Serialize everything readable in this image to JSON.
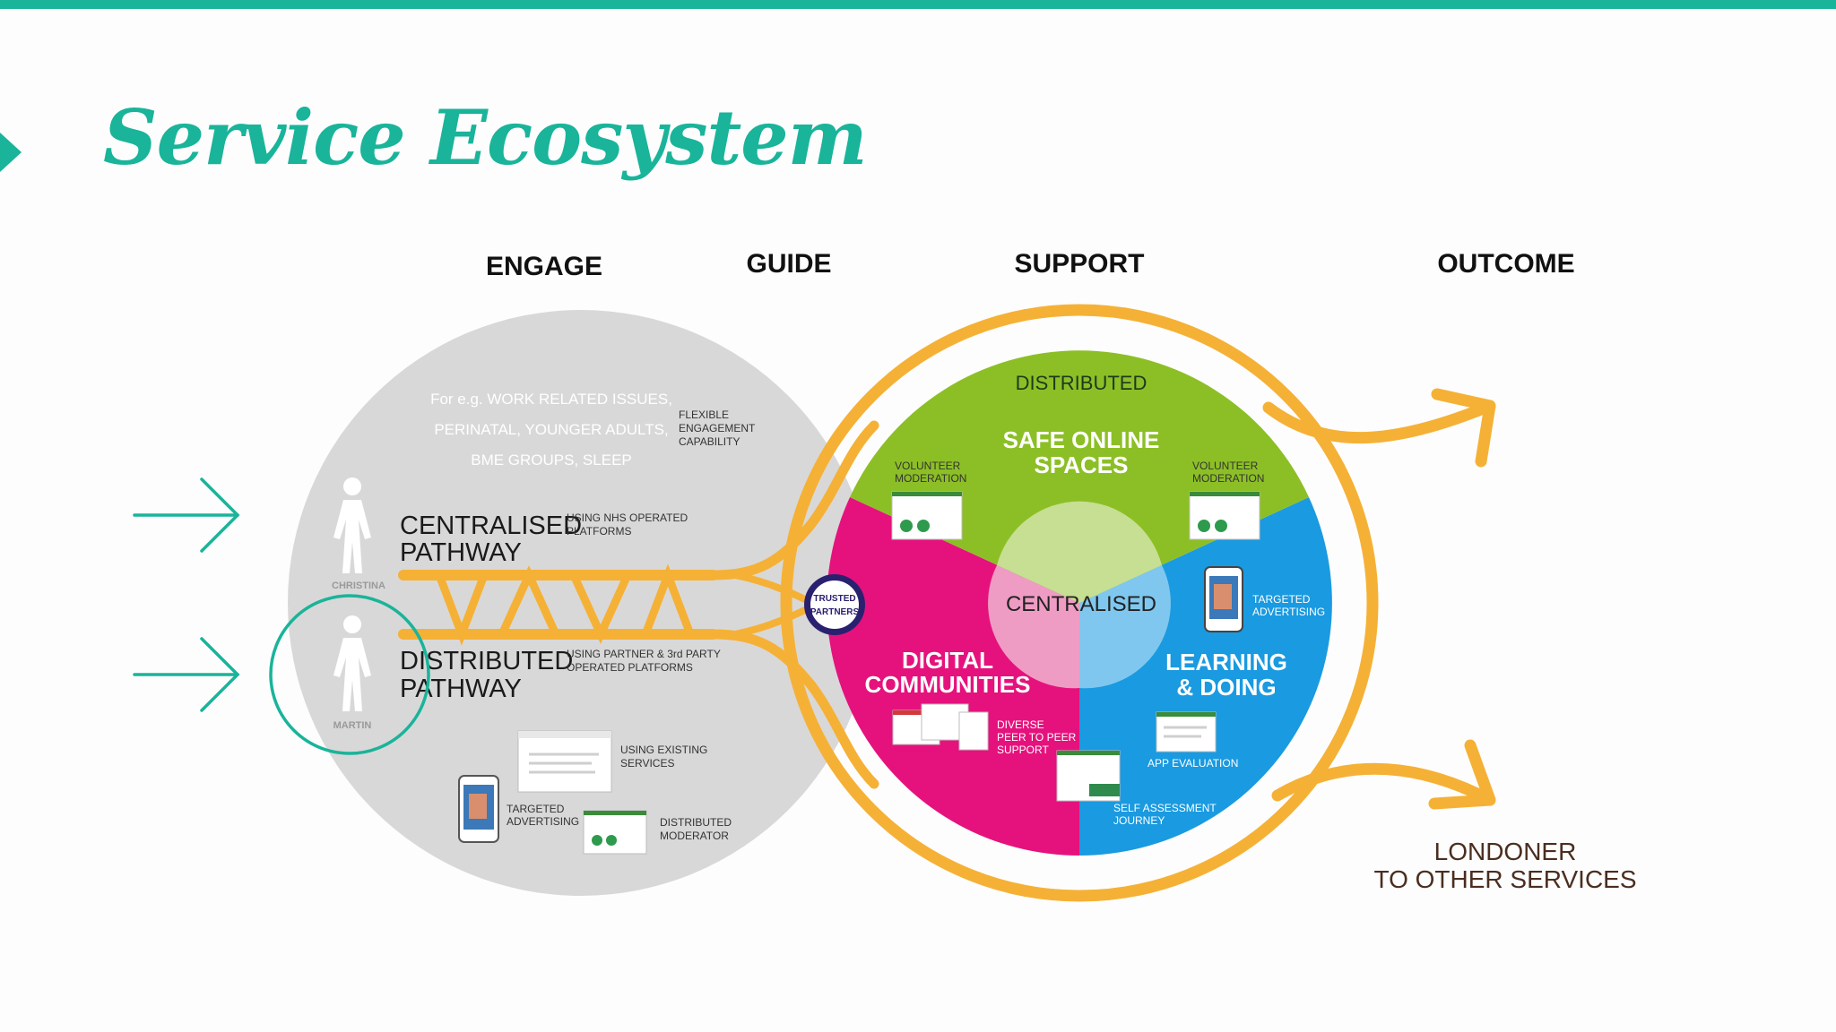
{
  "title": "Service Ecosystem",
  "headers": {
    "engage": "ENGAGE",
    "guide": "GUIDE",
    "support": "SUPPORT",
    "outcome": "OUTCOME"
  },
  "engage": {
    "examples": [
      "For e.g. WORK RELATED ISSUES,",
      "PERINATAL, YOUNGER ADULTS,",
      "BME GROUPS, SLEEP"
    ],
    "flexible": [
      "FLEXIBLE",
      "ENGAGEMENT",
      "CAPABILITY"
    ],
    "centralised": {
      "title": [
        "CENTRALISED",
        "PATHWAY"
      ],
      "note": [
        "USING NHS OPERATED",
        "PLATFORMS"
      ],
      "person": "CHRISTINA"
    },
    "distributed": {
      "title": [
        "DISTRIBUTED",
        "PATHWAY"
      ],
      "note": [
        "USING PARTNER & 3rd PARTY",
        "OPERATED PLATFORMS"
      ],
      "person": "MARTIN"
    },
    "existing": [
      "USING EXISTING",
      "SERVICES"
    ],
    "targeted": [
      "TARGETED",
      "ADVERTISING"
    ],
    "moderator": [
      "DISTRIBUTED",
      "MODERATOR"
    ]
  },
  "guide": {
    "badge": [
      "TRUSTED",
      "PARTNERS"
    ]
  },
  "support": {
    "distributed": "DISTRIBUTED",
    "centralised": "CENTRALISED",
    "safe_online": [
      "SAFE ONLINE",
      "SPACES"
    ],
    "digital": [
      "DIGITAL",
      "COMMUNITIES"
    ],
    "learning": [
      "LEARNING",
      "& DOING"
    ],
    "vol_mod_left": [
      "VOLUNTEER",
      "MODERATION"
    ],
    "vol_mod_right": [
      "VOLUNTEER",
      "MODERATION"
    ],
    "targeted": [
      "TARGETED",
      "ADVERTISING"
    ],
    "diverse": [
      "DIVERSE",
      "PEER TO PEER",
      "SUPPORT"
    ],
    "app_eval": "APP EVALUATION",
    "self_assess": [
      "SELF ASSESSMENT",
      "JOURNEY"
    ]
  },
  "outcome": {
    "text": [
      "LONDONER",
      "TO OTHER SERVICES"
    ]
  },
  "colors": {
    "accent": "#19b49a",
    "grey": "#d9d8d8",
    "orange": "#f5b136",
    "green": "#8cbf26",
    "magenta": "#e5127d",
    "blue": "#1a9ae0",
    "badge": "#2a2070",
    "outcome_text": "#4a2e1f"
  }
}
